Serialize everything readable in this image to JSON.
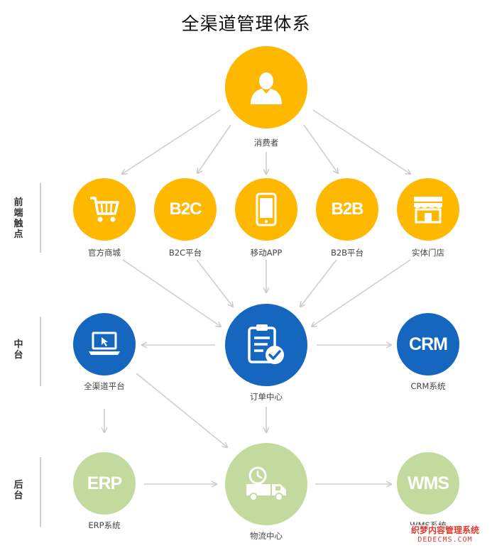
{
  "title": "全渠道管理体系",
  "tiers": {
    "front": "前端触点",
    "middle": "中台",
    "back": "后台"
  },
  "nodes": {
    "consumer": {
      "label": "消费者",
      "icon": "person-icon"
    },
    "mall": {
      "label": "官方商城",
      "icon": "shopping-cart-icon"
    },
    "b2c": {
      "label": "B2C平台",
      "text": "B2C"
    },
    "app": {
      "label": "移动APP",
      "icon": "smartphone-icon"
    },
    "b2b": {
      "label": "B2B平台",
      "text": "B2B"
    },
    "store": {
      "label": "实体门店",
      "icon": "storefront-icon"
    },
    "omni": {
      "label": "全渠道平台",
      "icon": "laptop-icon"
    },
    "order": {
      "label": "订单中心",
      "icon": "clipboard-check-icon"
    },
    "crm": {
      "label": "CRM系统",
      "text": "CRM"
    },
    "erp": {
      "label": "ERP系统",
      "text": "ERP"
    },
    "logistics": {
      "label": "物流中心",
      "icon": "delivery-truck-icon"
    },
    "wms": {
      "label": "WMS系统",
      "text": "WMS"
    }
  },
  "colors": {
    "gold": "#FFB800",
    "blue": "#1566BE",
    "green": "#C3DA9F",
    "arrow": "#cccccc",
    "watermark": "#e03a2f"
  },
  "watermark": {
    "line1": "织梦内容管理系统",
    "line2": "DEDECMS.COM"
  }
}
